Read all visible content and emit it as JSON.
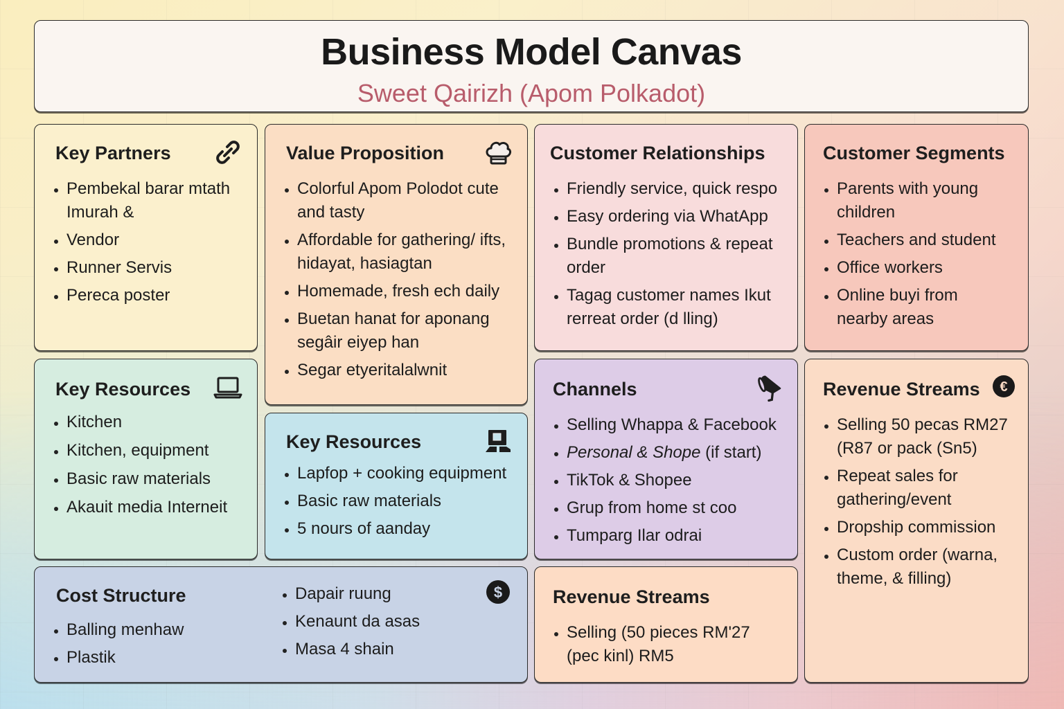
{
  "header": {
    "title": "Business Model Canvas",
    "subtitle": "Sweet Qairizh (Apom Polkadot)",
    "subtitle_color": "#b85c6b"
  },
  "key_partners": {
    "title": "Key Partners",
    "icon": "link-icon",
    "items": [
      "Pembekal barar mtath Imurah &",
      "Vendor",
      "Runner Servis",
      "Pereca poster"
    ]
  },
  "value_proposition": {
    "title": "Value Proposition",
    "icon": "chef-hat-icon",
    "items": [
      "Colorful Apom Polodot cute and tasty",
      "Affordable for gathering/ ifts, hidayat, hasiagtan",
      "Homemade, fresh ech daily",
      "Buetan hanat for aponang segâir eiyep han",
      "Segar etyeritalalwnit"
    ]
  },
  "customer_relationships": {
    "title": "Customer Relationships",
    "items": [
      "Friendly service, quick respo",
      "Easy ordering via WhatApp",
      "Bundle promotions & repeat order",
      "Tagag customer names Ikut rerreat order (d lling)"
    ]
  },
  "customer_segments": {
    "title": "Customer Segments",
    "items": [
      "Parents with young children",
      "Teachers and student",
      "Office workers",
      "Online buyi from nearby areas"
    ]
  },
  "key_resources_1": {
    "title": "Key Resources",
    "icon": "laptop-icon",
    "items": [
      "Kitchen",
      "Kitchen, equipment",
      "Basic raw materials",
      "Akauit media Interneit"
    ]
  },
  "key_resources_2": {
    "title": "Key Resources",
    "icon": "workstation-icon",
    "items": [
      "Lapfop + cooking equipment",
      "Basic raw materials",
      "5 nours of aanday"
    ]
  },
  "channels": {
    "title": "Channels",
    "icon": "megaphone-icon",
    "items": [
      {
        "text": "Selling Whappa & Facebook"
      },
      {
        "italic": "Personal & Shope",
        "text": " (if start)"
      },
      {
        "text": "TikTok & Shopee"
      },
      {
        "text": "Grup from home st coo"
      },
      {
        "text": "Tumparg Ilar odrai"
      }
    ]
  },
  "revenue_streams_1": {
    "title": "Revenue Streams",
    "icon": "currency-icon",
    "items": [
      "Selling 50 pecas RM27 (R87 or pack (Sn5)",
      "Repeat sales for gathering/event",
      "Dropship commission",
      "Custom order (warna, theme, & filling)"
    ]
  },
  "cost_structure": {
    "title": "Cost Structure",
    "icon": "dollar-icon",
    "col1": [
      "Balling menhaw",
      "Plastik"
    ],
    "col2": [
      "Dapair ruung",
      "Kenaunt da asas",
      "Masa 4 shain"
    ]
  },
  "revenue_streams_2": {
    "title": "Revenue Streams",
    "items": [
      "Selling (50 pieces RM'27 (pec kinl) RM5"
    ]
  }
}
